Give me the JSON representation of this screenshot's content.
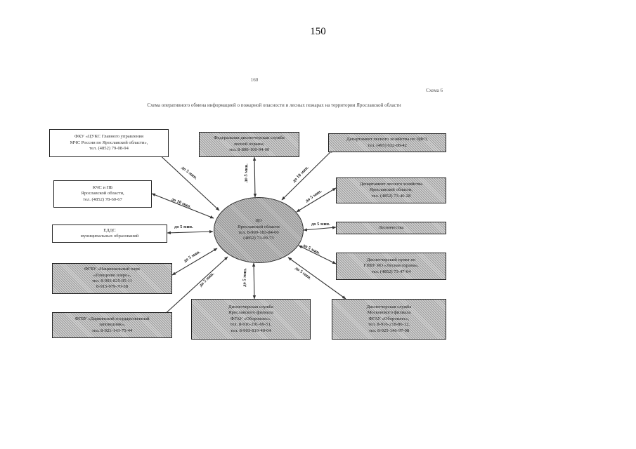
{
  "page_number": "150",
  "inner_page_number": "160",
  "scheme_label": "Схема 6",
  "title": "Схема оперативного обмена информацией о пожарной опасности и лесных пожарах на территории Ярославской области",
  "hub": {
    "lines": [
      "ЦО",
      "Ярославской области",
      "тел. 8-909-183-84-00",
      "(4852) 73-09-73"
    ]
  },
  "nodes": [
    {
      "id": "fku",
      "hatched": false,
      "lines": [
        "ФКУ «ЦУКС Главного управления",
        "МЧС России по Ярославской области»,",
        "тел. (4852) 79-08-94"
      ],
      "time": "до 5 мин."
    },
    {
      "id": "kchs",
      "hatched": false,
      "lines": [
        "КЧС и ПБ",
        "Ярославской области,",
        "тел. (4852) 78-60-67"
      ],
      "time": "до 10 мин."
    },
    {
      "id": "edds",
      "hatched": false,
      "lines": [
        "ЕДДС",
        "муниципальных образований"
      ],
      "time": "до 5 мин."
    },
    {
      "id": "park",
      "hatched": true,
      "lines": [
        "ФГБУ «Национальный парк",
        "«Плещеево озеро»,",
        "тел. 8-903-825-05-11",
        "8-915-979-70-38"
      ],
      "time": "до 5 мин."
    },
    {
      "id": "zapoved",
      "hatched": true,
      "lines": [
        "ФГБУ «Дарвинский государственный",
        "заповедник»,",
        "тел. 8-921-143-75-44"
      ],
      "time": "до 5 мин."
    },
    {
      "id": "fed",
      "hatched": true,
      "lines": [
        "Федеральная диспетчерская служба",
        "лесной охраны,",
        "тел. 8-800-100-94-00"
      ],
      "time": "до 5 мин."
    },
    {
      "id": "mchs_cfo",
      "hatched": true,
      "lines": [
        "Департамент лесного хозяйства по ЦФО,",
        "тел. (495) 632-08-42"
      ],
      "time": "до 10 мин."
    },
    {
      "id": "dep_yar",
      "hatched": true,
      "lines": [
        "Департамент лесного хозяйства",
        "Ярославской области,",
        "тел. (4852) 73-40-28"
      ],
      "time": "до 5 мин."
    },
    {
      "id": "lesnich",
      "hatched": true,
      "lines": [
        "Лесничества"
      ],
      "time": "до 5 мин."
    },
    {
      "id": "dispatch_lo",
      "hatched": true,
      "lines": [
        "Диспетчерский пункт по",
        "ГПБУ ЯО «Лесная охрана»,",
        "тел. (4852) 73-47-64"
      ],
      "time": "до 5 мин."
    },
    {
      "id": "disp_south",
      "hatched": true,
      "lines": [
        "Диспетчерская служба",
        "Ярославского филиала",
        "ФГАУ «Оборонлес»,",
        "тел. 8-916-201-69-51,",
        "тел. 8-903-819-40-04"
      ],
      "time": "до 5 мин."
    },
    {
      "id": "disp_east",
      "hatched": true,
      "lines": [
        "Диспетчерская служба",
        "Московского филиала",
        "ФГАУ «Оборонлес»,",
        "тел. 8-916-218-86-12,",
        "тел. 8-925-146-97-08"
      ],
      "time": "до 5 мин."
    }
  ]
}
